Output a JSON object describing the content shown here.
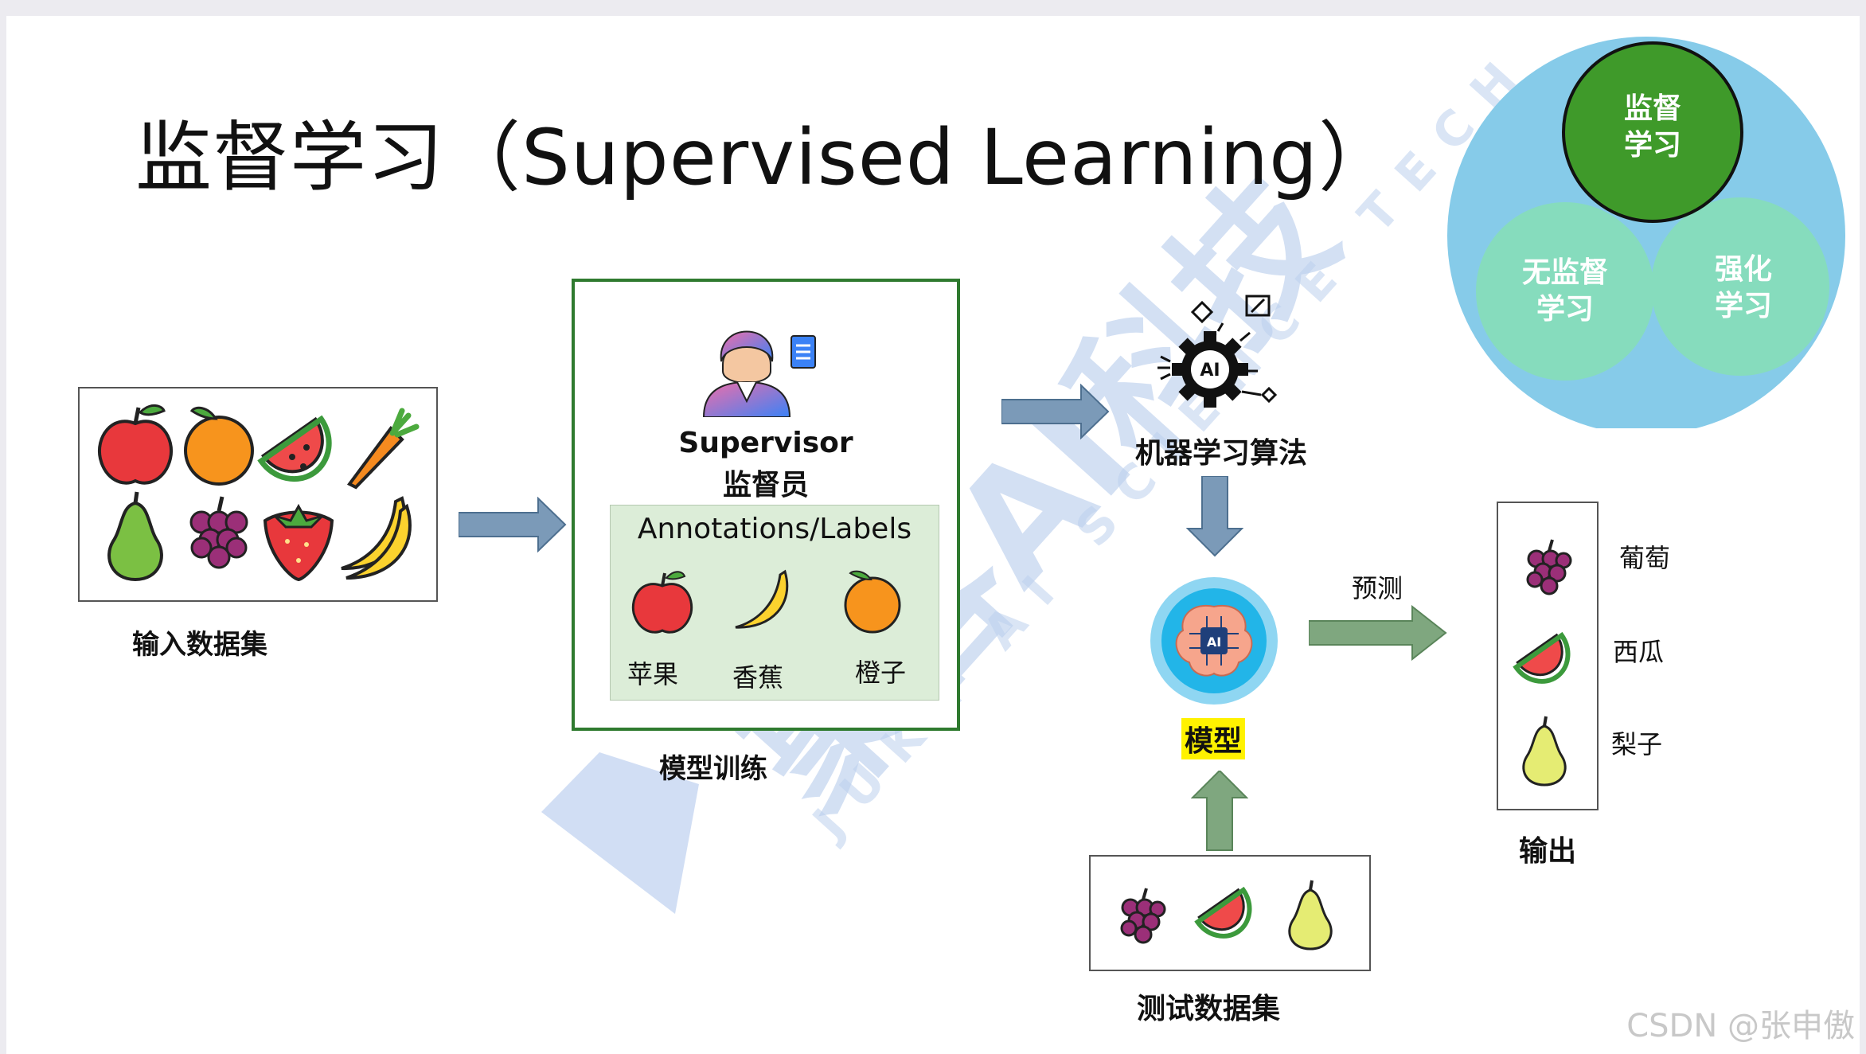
{
  "title": "监督学习（Supervised Learning）",
  "input": {
    "label": "输入数据集",
    "items": [
      "apple-icon",
      "orange-icon",
      "watermelon-icon",
      "carrot-icon",
      "pear-icon",
      "grapes-icon",
      "strawberry-icon",
      "banana-icon"
    ]
  },
  "training": {
    "label": "模型训练",
    "supervisor_en": "Supervisor",
    "supervisor_cn": "监督员",
    "annotations_title": "Annotations/Labels",
    "labels": [
      "苹果",
      "香蕉",
      "橙子"
    ]
  },
  "algorithm": {
    "label": "机器学习算法",
    "icon_text": "AI"
  },
  "model": {
    "label": "模型",
    "icon_text": "AI"
  },
  "test": {
    "label": "测试数据集"
  },
  "predict": {
    "label": "预测"
  },
  "output": {
    "label": "输出",
    "items": [
      "葡萄",
      "西瓜",
      "梨子"
    ]
  },
  "venn": {
    "supervised": [
      "监督",
      "学习"
    ],
    "unsupervised": [
      "无监督",
      "学习"
    ],
    "reinforcement": [
      "强化",
      "学习"
    ]
  },
  "watermark": {
    "cn": "聚客AI科技",
    "en": "JUKE AI SCIENCE TECH"
  },
  "footer": {
    "csdn": "CSDN @张申傲"
  },
  "colors": {
    "arrow_blue": "#7b9ab8",
    "arrow_green": "#7fa77f",
    "box_green": "#2f7a2f",
    "venn_outer": "#86cbe9",
    "venn_green": "#3f9a2a",
    "venn_mint": "#86dcbd",
    "model_ring": "#8fd6f2",
    "highlight": "#fff200"
  }
}
